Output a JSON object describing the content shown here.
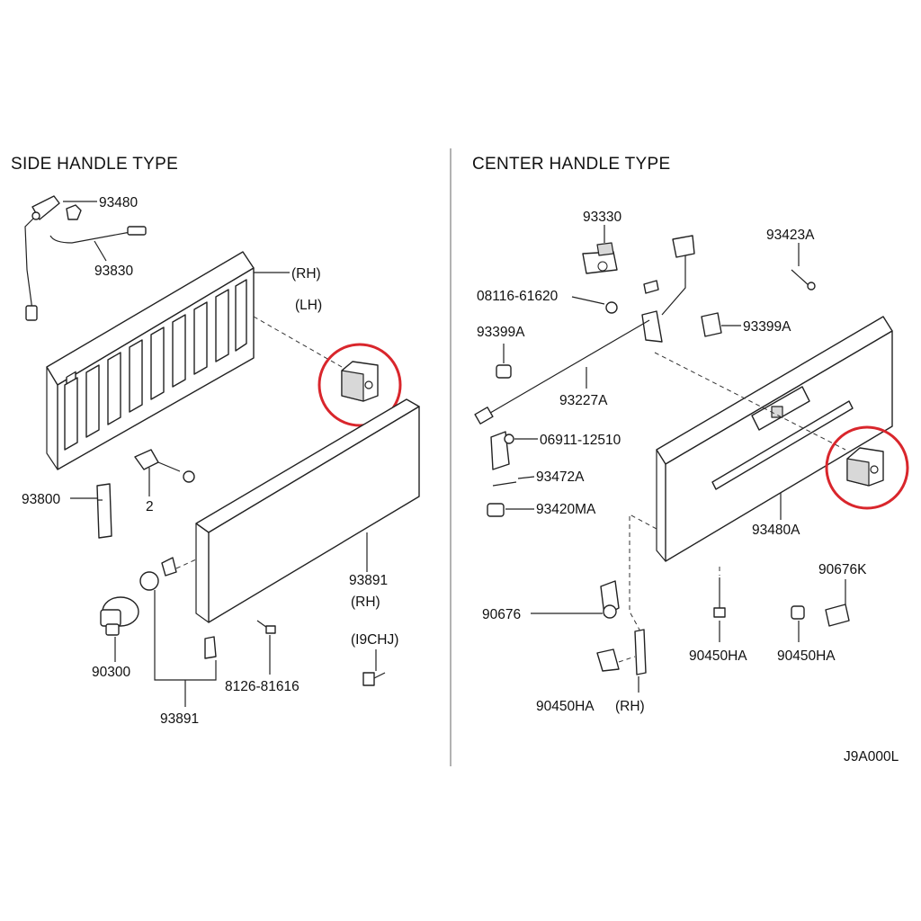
{
  "sections": {
    "left_title": "SIDE HANDLE TYPE",
    "right_title": "CENTER HANDLE TYPE"
  },
  "left_labels": {
    "p93480": "93480",
    "p93830": "93830",
    "rh": "(RH)",
    "lh": "(LH)",
    "p93800": "93800",
    "p2": "2",
    "p93891a": "93891",
    "rh2": "(RH)",
    "p90300": "90300",
    "p8126": "8126-81616",
    "p93891b": "93891",
    "i9chj": "(I9CHJ)"
  },
  "right_labels": {
    "p93330": "93330",
    "p93423a": "93423A",
    "p08116": "08116-61620",
    "p93399a_l": "93399A",
    "p93399a_r": "93399A",
    "p93227a": "93227A",
    "p06911": "06911-12510",
    "p93472a": "93472A",
    "p93420ma": "93420MA",
    "p93480a": "93480A",
    "p90676k": "90676K",
    "p90676": "90676",
    "p90450ha_a": "90450HA",
    "p90450ha_b": "90450HA",
    "p90450ha_c": "90450HA",
    "rh3": "(RH)"
  },
  "footer": {
    "code": "J9A000L"
  },
  "colors": {
    "highlight": "#d9262c",
    "line": "#222222",
    "background": "#ffffff"
  }
}
